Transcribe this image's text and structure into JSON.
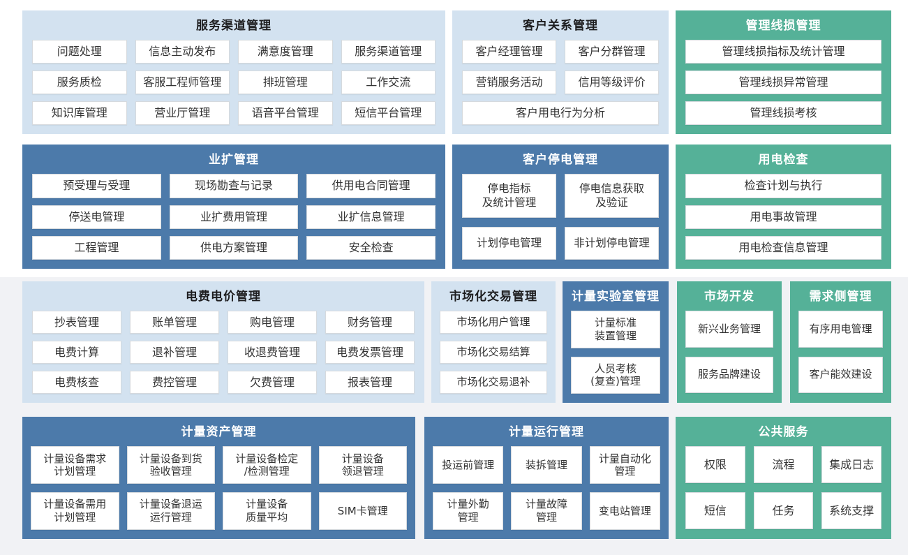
{
  "page": {
    "background_top": "#ffffff",
    "background_bottom": "#f1f2f5"
  },
  "colors": {
    "light_blue_block": "#d3e2f0",
    "dark_blue_block": "#4c7aaa",
    "teal_block": "#55b198",
    "item_background": "#ffffff",
    "item_text": "#333333"
  },
  "blocks": [
    {
      "title": "服务渠道管理",
      "theme": "light",
      "items": [
        "问题处理",
        "信息主动发布",
        "满意度管理",
        "服务渠道管理",
        "服务质检",
        "客服工程师管理",
        "排班管理",
        "工作交流",
        "知识库管理",
        "营业厅管理",
        "语音平台管理",
        "短信平台管理"
      ]
    },
    {
      "title": "客户关系管理",
      "theme": "light",
      "items": [
        "客户经理管理",
        "客户分群管理",
        "营销服务活动",
        "信用等级评价",
        "客户用电行为分析"
      ]
    },
    {
      "title": "管理线损管理",
      "theme": "teal",
      "items": [
        "管理线损指标及统计管理",
        "管理线损异常管理",
        "管理线损考核"
      ]
    },
    {
      "title": "业扩管理",
      "theme": "dark",
      "items": [
        "预受理与受理",
        "现场勘查与记录",
        "供用电合同管理",
        "停送电管理",
        "业扩费用管理",
        "业扩信息管理",
        "工程管理",
        "供电方案管理",
        "安全检查"
      ]
    },
    {
      "title": "客户停电管理",
      "theme": "dark",
      "items": [
        "停电指标\n及统计管理",
        "停电信息获取\n及验证",
        "计划停电管理",
        "非计划停电管理"
      ]
    },
    {
      "title": "用电检查",
      "theme": "teal",
      "items": [
        "检查计划与执行",
        "用电事故管理",
        "用电检查信息管理"
      ]
    },
    {
      "title": "电费电价管理",
      "theme": "light",
      "items": [
        "抄表管理",
        "账单管理",
        "购电管理",
        "财务管理",
        "电费计算",
        "退补管理",
        "收退费管理",
        "电费发票管理",
        "电费核查",
        "费控管理",
        "欠费管理",
        "报表管理"
      ]
    },
    {
      "title": "市场化交易管理",
      "theme": "light",
      "items": [
        "市场化用户管理",
        "市场化交易结算",
        "市场化交易退补"
      ]
    },
    {
      "title": "计量实验室管理",
      "theme": "dark",
      "items": [
        "计量标准\n装置管理",
        "人员考核\n(复查)管理"
      ]
    },
    {
      "title": "市场开发",
      "theme": "teal",
      "items": [
        "新兴业务管理",
        "服务品牌建设"
      ]
    },
    {
      "title": "需求侧管理",
      "theme": "teal",
      "items": [
        "有序用电管理",
        "客户能效建设"
      ]
    },
    {
      "title": "计量资产管理",
      "theme": "dark",
      "items": [
        "计量设备需求\n计划管理",
        "计量设备到货\n验收管理",
        "计量设备检定\n/检测管理",
        "计量设备\n领退管理",
        "计量设备需用\n计划管理",
        "计量设备退运\n运行管理",
        "计量设备\n质量平均",
        "SIM卡管理"
      ]
    },
    {
      "title": "计量运行管理",
      "theme": "dark",
      "items": [
        "投运前管理",
        "装拆管理",
        "计量自动化\n管理",
        "计量外勤\n管理",
        "计量故障\n管理",
        "变电站管理"
      ]
    },
    {
      "title": "公共服务",
      "theme": "teal",
      "items": [
        "权限",
        "流程",
        "集成日志",
        "短信",
        "任务",
        "系统支撑"
      ]
    }
  ]
}
